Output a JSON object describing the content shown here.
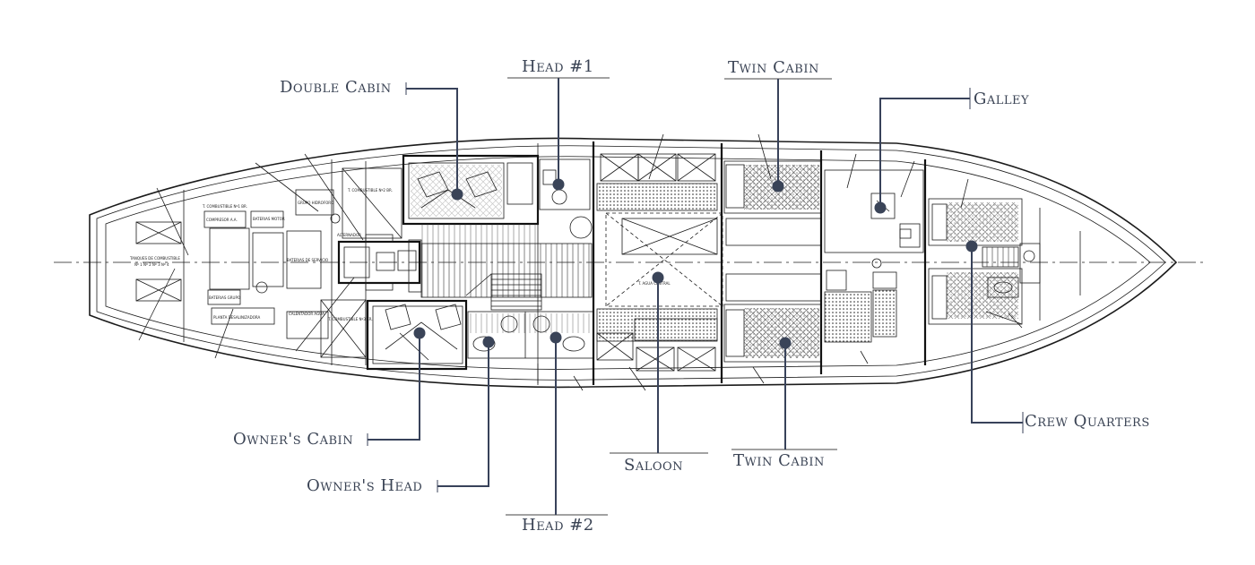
{
  "diagram": {
    "labels": {
      "head_1": "Head #1",
      "twin_cabin_top": "Twin Cabin",
      "double_cabin": "Double Cabin",
      "galley": "Galley",
      "owners_cabin": "Owner's Cabin",
      "owners_head": "Owner's Head",
      "head_2": "Head #2",
      "saloon": "Saloon",
      "twin_cabin_bottom": "Twin Cabin",
      "crew_quarters": "Crew Quarters"
    },
    "plan_text": {
      "fuel_tanks": "TANQUES DE COMBUSTIBLE",
      "fuel_tanks_sub": "Nº 1 Nº 2 Nº 3 Nº 4",
      "fuel_tank_1": "T. COMBUSTIBLE Nº1 BR.",
      "fuel_tank_2": "T. COMBUSTIBLE Nº2 BR.",
      "fuel_tank_3": "T. COMBUSTIBLE Nº3 ER.",
      "compressor": "COMPRESOR A.A.",
      "batteries_motor": "BATERIAS MOTOR",
      "batteries_service": "BATERIAS DE SERVICIO",
      "hydrophore": "GRUPO HIDROFORO",
      "alternator": "ALTERNADOR",
      "battery_charger": "BATERIAS GRUPO",
      "desalination": "PLANTA DESALINIZADORA",
      "water_heater": "CALENTADOR AGUA",
      "water_tank": "T. AGUA CENTRAL"
    },
    "colors": {
      "label": "#3a4354",
      "leader": "#38425a",
      "dot": "#3a4458",
      "linework": "#1b1b1b"
    }
  }
}
